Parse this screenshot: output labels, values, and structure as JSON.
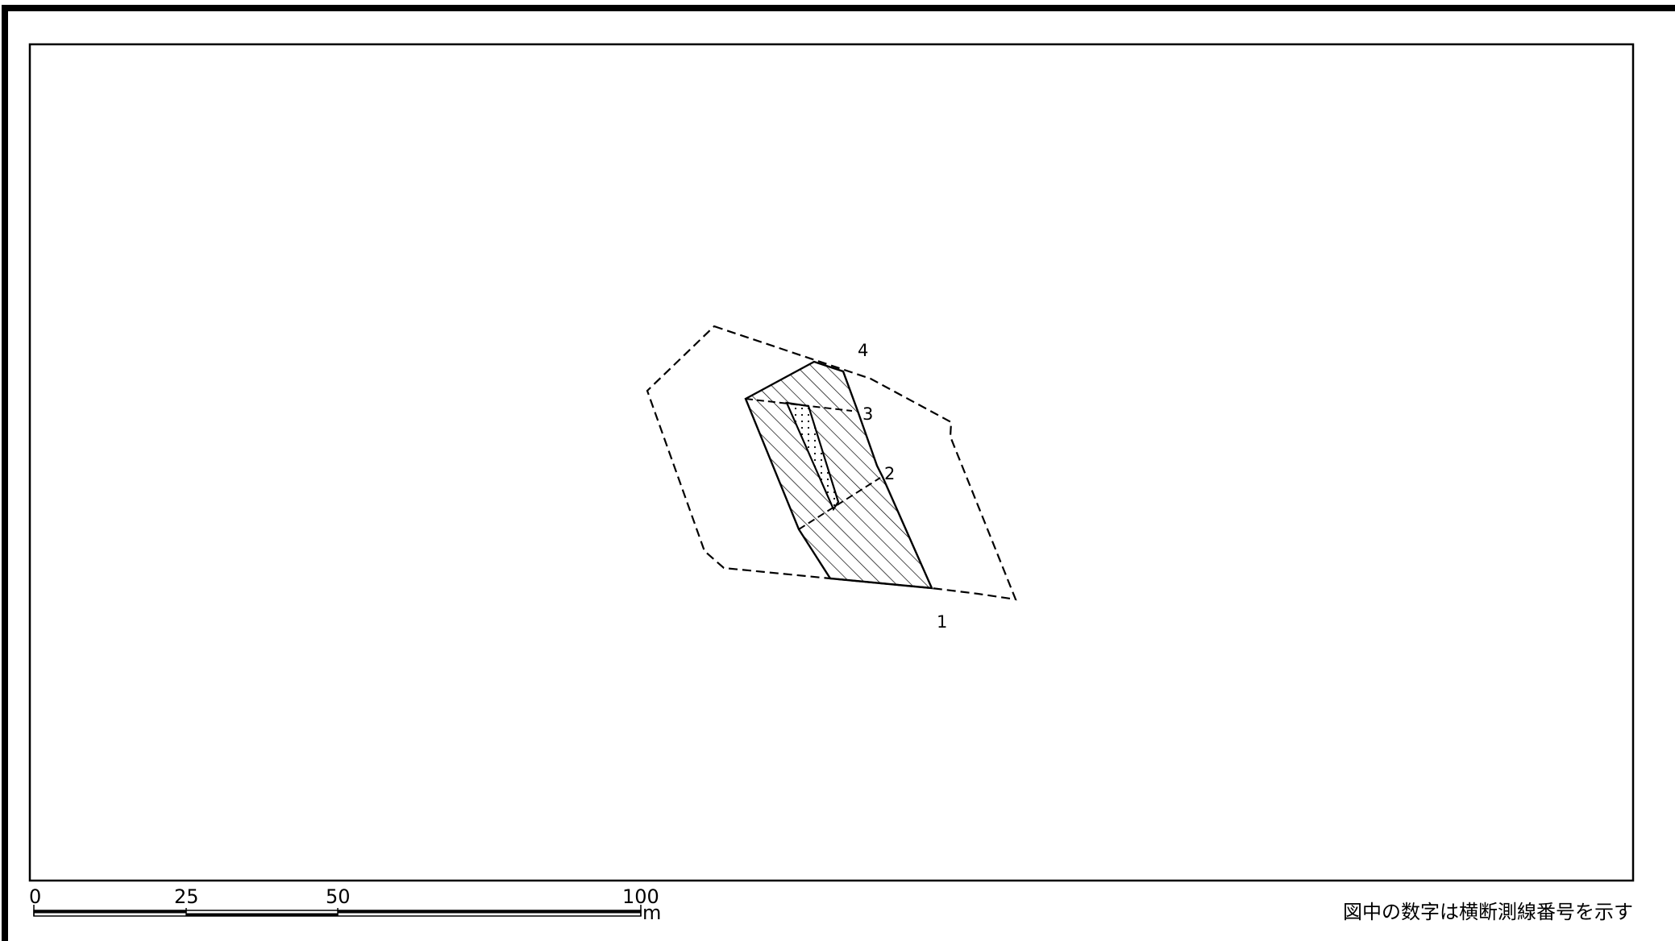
{
  "map": {
    "section_labels": [
      "4",
      "3",
      "2",
      "1"
    ]
  },
  "scale_bar": {
    "ticks": [
      "0",
      "25",
      "50",
      "100"
    ],
    "unit": "m"
  },
  "note": "図中の数字は横断測線番号を示す",
  "colors": {
    "line": "#000000",
    "background": "#ffffff"
  }
}
